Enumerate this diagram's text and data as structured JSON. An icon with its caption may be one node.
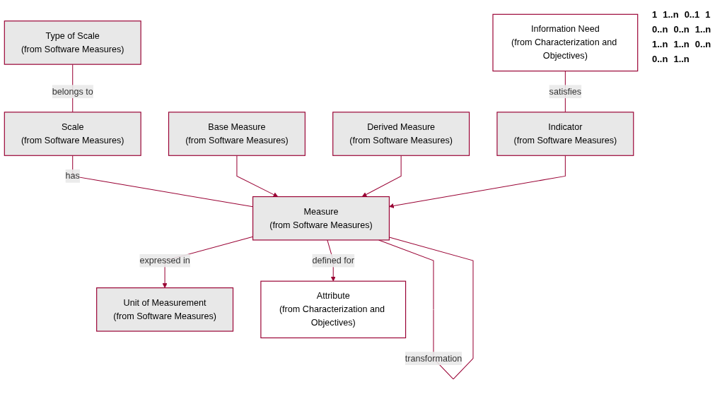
{
  "diagram": {
    "nodes": [
      {
        "text": [
          "Type of Scale",
          "(from Software Measures)"
        ]
      },
      {
        "text": [
          "Scale",
          "(from Software Measures)"
        ]
      },
      {
        "text": [
          "Unit of Measurement",
          "(from Software Measures)"
        ]
      },
      {
        "text": [
          "Information Need",
          "(from Characterization and Objectives)"
        ]
      },
      {
        "text": [
          "Attribute",
          "(from Characterization and Objectives)"
        ]
      },
      {
        "text": [
          "Measure",
          "(from Software Measures)"
        ]
      },
      {
        "text": [
          "Base Measure",
          "(from Software Measures)"
        ]
      },
      {
        "text": [
          "Derived Measure",
          "(from Software Measures)"
        ]
      },
      {
        "text": [
          "Indicator",
          "(from Software Measures)"
        ]
      }
    ],
    "edges": [
      {
        "from": 0,
        "to": 1,
        "arrow": "none",
        "label": "belongs to"
      },
      {
        "from": 1,
        "to": 5,
        "arrow": "none",
        "label": "has"
      },
      {
        "from": 5,
        "to": 5,
        "arrow": "none",
        "label": "transformation"
      },
      {
        "from": 5,
        "to": 2,
        "arrow": "to",
        "label": "expressed in"
      },
      {
        "from": 5,
        "to": 4,
        "arrow": "to",
        "label": "defined for"
      },
      {
        "from": 3,
        "to": 8,
        "arrow": "none",
        "label": "satisfies"
      },
      {
        "from": 6,
        "to": 5,
        "arrow": "to"
      },
      {
        "from": 7,
        "to": 5,
        "arrow": "to"
      },
      {
        "from": 8,
        "to": 5,
        "arrow": "to"
      }
    ],
    "labels": [
      "1",
      "1..n",
      "0..1",
      "1",
      "0..n",
      "0..n",
      "1..n",
      "1..n",
      "1..n",
      "0..n",
      "0..n",
      "1..n"
    ]
  }
}
